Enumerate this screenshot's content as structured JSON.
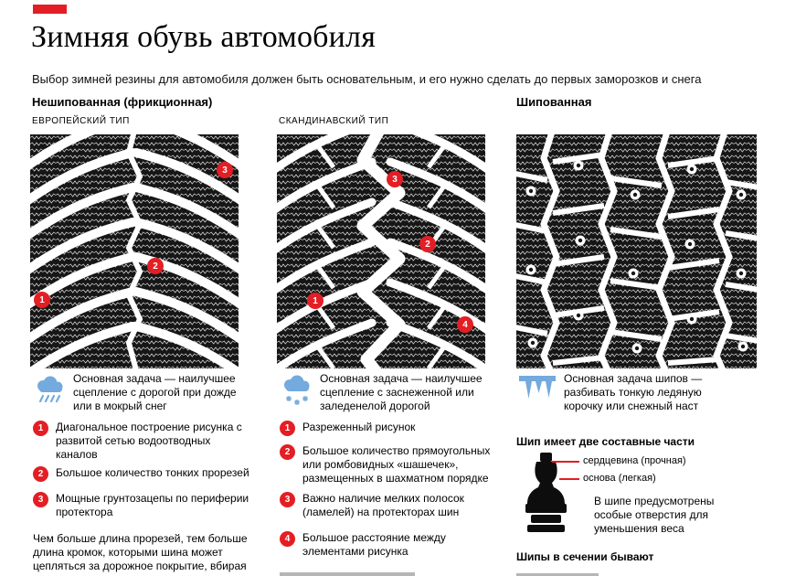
{
  "colors": {
    "accent_red": "#e31e24",
    "icon_blue": "#74aadd",
    "tread_black": "#161616"
  },
  "header": {
    "title": "Зимняя обувь автомобиля",
    "subtitle": "Выбор зимней резины для автомобиля должен быть основательным, и его нужно сделать до первых заморозков и снега"
  },
  "groups": {
    "friction_header": "Нешипованная (фрикционная)",
    "studded_header": "Шипованная"
  },
  "icons": {
    "european": "rain-cloud-icon",
    "scandinavian": "snow-cloud-icon",
    "studs": "icicles-icon",
    "stud_diagram": "tire-stud-silhouette"
  },
  "european": {
    "type_label": "ЕВРОПЕЙСКИЙ ТИП",
    "task": "Основная задача — наилучшее сцепление с дорогой при дожде или в мокрый снег",
    "markers": [
      "1",
      "2",
      "3"
    ],
    "items": [
      {
        "n": "1",
        "text": "Диагональное построение рисунка с развитой сетью водоотводных каналов"
      },
      {
        "n": "2",
        "text": "Большое количество тонких прорезей"
      },
      {
        "n": "3",
        "text": "Мощные грунтозацепы по периферии протектора"
      }
    ],
    "footnote": "Чем больше длина прорезей, тем больше длина кромок, которыми шина может цепляться за дорожное покрытие, вбирая"
  },
  "scandinavian": {
    "type_label": "СКАНДИНАВСКИЙ ТИП",
    "task": "Основная задача — наилучшее сцепление с заснеженной или заледенелой дорогой",
    "markers": [
      "1",
      "2",
      "3",
      "4"
    ],
    "items": [
      {
        "n": "1",
        "text": "Разреженный рисунок"
      },
      {
        "n": "2",
        "text": "Большое количество прямоугольных или ромбовидных «шашечек», размещенных в шахматном порядке"
      },
      {
        "n": "3",
        "text": "Важно наличие мелких полосок (ламелей) на протекторах шин"
      },
      {
        "n": "4",
        "text": "Большое расстояние между элементами рисунка"
      }
    ]
  },
  "studs": {
    "task": "Основная задача шипов — разбивать тонкую ледяную корочку или снежный наст",
    "parts_title": "Шип имеет две составные части",
    "part_labels": [
      "сердцевина (прочная)",
      "основа (легкая)"
    ],
    "note": "В шипе предусмотрены особые отверстия для уменьшения веса",
    "section_title": "Шипы в сечении бывают"
  }
}
